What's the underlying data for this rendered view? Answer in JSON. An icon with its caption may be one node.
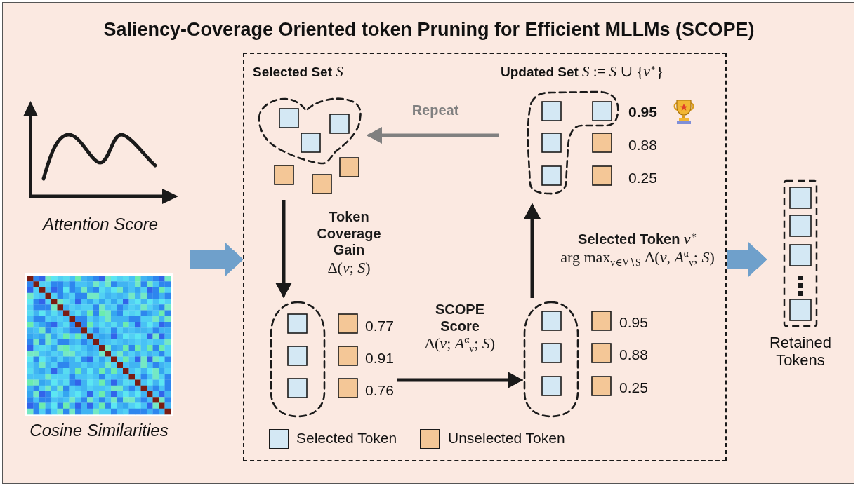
{
  "diagram": {
    "title": "Saliency-Coverage Oriented token Pruning for Efficient MLLMs (SCOPE)",
    "nodes": [
      {
        "text": [
          "Attention Score"
        ]
      },
      {
        "text": [
          "Cosine Similarities"
        ]
      },
      {
        "text": [],
        "shape": "box"
      },
      {
        "text": [
          "**Selected Set** *S*"
        ],
        "in": 2
      },
      {
        "text": [
          "**Updated Set** *S* := *S* ∪ {*v*$^{∗}$}",
          "0.95",
          "0.88",
          "0.25"
        ],
        "in": 2
      },
      {
        "text": [
          "0.77",
          "0.91",
          "0.76"
        ],
        "in": 2
      },
      {
        "text": [
          "0.95",
          "0.88",
          "0.25"
        ],
        "in": 2
      },
      {
        "text": [
          "Retained Tokens"
        ]
      }
    ],
    "edges": [
      {
        "from": null,
        "to": 2,
        "arrow": "to",
        "style": "thick",
        "color": "#6fa0cb"
      },
      {
        "from": 2,
        "to": 7,
        "arrow": "to",
        "style": "thick",
        "color": "#6fa0cb"
      },
      {
        "from": 4,
        "to": 3,
        "arrow": "to",
        "label": "Repeat",
        "color": "#808080"
      },
      {
        "from": 3,
        "to": 5,
        "arrow": "to",
        "label": "**Token Coverage Gain** Δ(*v*; *S*)"
      },
      {
        "from": 5,
        "to": 6,
        "arrow": "to",
        "label": "**SCOPE Score** Δ(*v*; *A*$^{α}$$_{v}$; *S*)"
      },
      {
        "from": 6,
        "to": 4,
        "arrow": "to",
        "label": "**Selected Token** *v*$^{∗}$ arg max$_{v∈V∖S}$ Δ(*v*, *A*$^{α}$$_{v}$; *S*)"
      }
    ],
    "legend": [
      {
        "text": "Selected Token",
        "color": "#d4e8f4"
      },
      {
        "text": "Unselected Token",
        "color": "#f4c797"
      }
    ]
  }
}
